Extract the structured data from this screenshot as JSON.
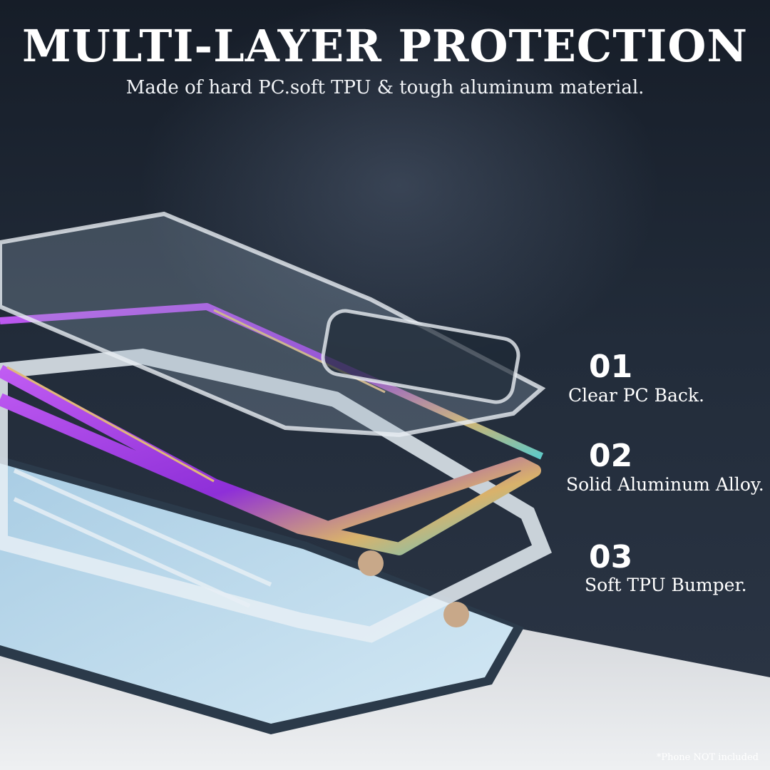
{
  "headline": "MULTI-LAYER PROTECTION",
  "subheadline": "Made of hard PC.soft TPU & tough aluminum material.",
  "layers": [
    {
      "number": "01",
      "name": "Clear PC Back."
    },
    {
      "number": "02",
      "name": "Solid Aluminum Alloy."
    },
    {
      "number": "03",
      "name": "Soft TPU Bumper."
    }
  ],
  "disclaimer": "*Phone NOT included",
  "colors": {
    "background": "#1c2430",
    "metal_frame": "#9b3ddb",
    "phone_screen": "#b9d7ea",
    "text": "#ffffff"
  }
}
